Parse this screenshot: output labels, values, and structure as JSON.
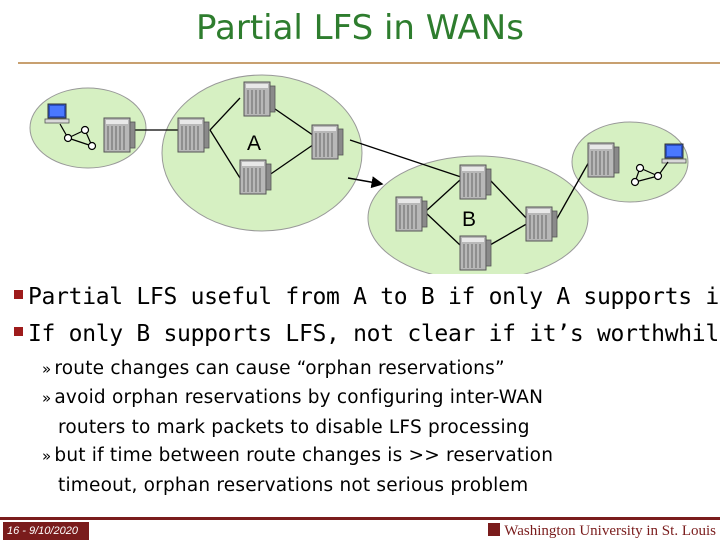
{
  "title": "Partial LFS in WANs",
  "diagram": {
    "label_a": "A",
    "label_b": "B"
  },
  "bullets": [
    "Partial LFS useful from A to B if only A supports it.",
    "If only B supports LFS, not clear if it’s worthwhile."
  ],
  "sub_bullets": [
    {
      "first": "route changes can cause “orphan reservations”",
      "cont": ""
    },
    {
      "first": "avoid orphan reservations by configuring inter-WAN",
      "cont": "routers to mark packets to disable LFS processing"
    },
    {
      "first": "but if time between route changes is >> reservation",
      "cont": "timeout, orphan reservations not serious problem"
    }
  ],
  "sub_marker": "»",
  "footer": {
    "left": "16 - 9/10/2020",
    "right": "Washington University in St. Louis"
  },
  "colors": {
    "title": "#2e7d2e",
    "network_fill": "#d6f0c2",
    "bullet_marker": "#9e1b1b",
    "footer": "#7a1c1c"
  },
  "icons": [
    "router-icon",
    "computer-icon",
    "network-link-icon",
    "arrow-icon"
  ]
}
